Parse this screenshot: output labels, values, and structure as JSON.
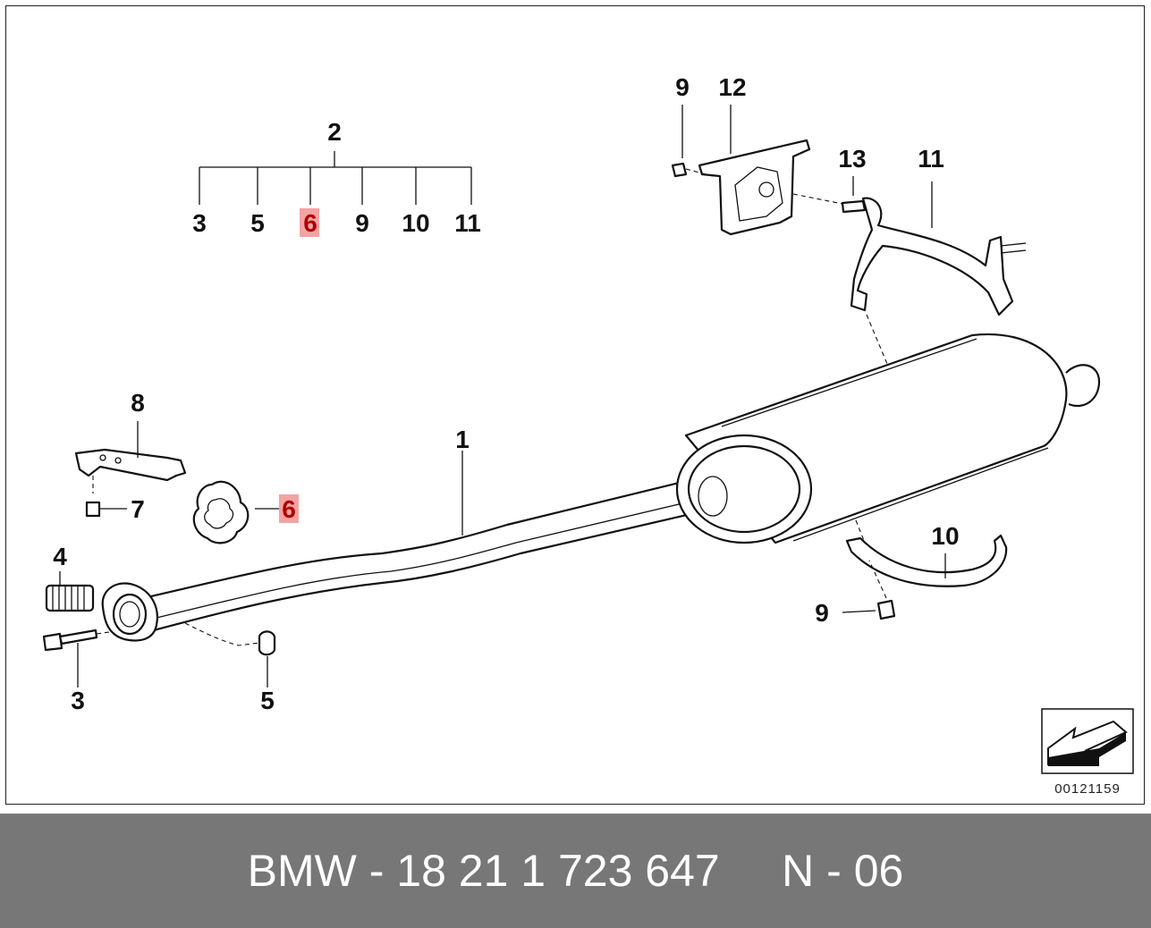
{
  "diagram": {
    "labels": {
      "l1": "1",
      "l2": "2",
      "l3a": "3",
      "l5a": "5",
      "l6a": "6",
      "l9a": "9",
      "l10a": "10",
      "l11a": "11",
      "l9b": "9",
      "l12": "12",
      "l13": "13",
      "l11b": "11",
      "l8": "8",
      "l7": "7",
      "l6b": "6",
      "l4": "4",
      "l3b": "3",
      "l5b": "5",
      "l10b": "10",
      "l9c": "9"
    },
    "reference_number": "00121159",
    "highlight_color": "#f4a3a3"
  },
  "footer": {
    "text": "BMW - 18 21 1 723 647     N - 06",
    "background": "#777777"
  }
}
